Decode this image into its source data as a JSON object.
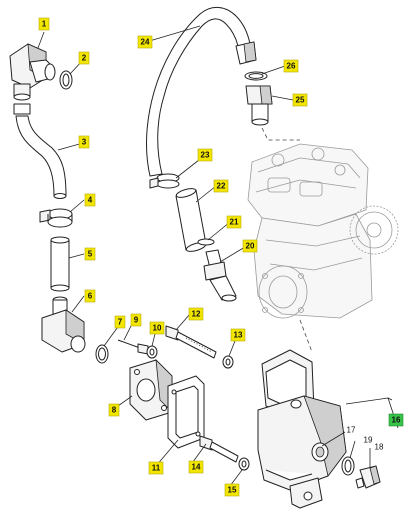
{
  "diagram": {
    "callouts": [
      {
        "id": "1",
        "label": "1",
        "style": "yellow"
      },
      {
        "id": "2",
        "label": "2",
        "style": "yellow"
      },
      {
        "id": "3",
        "label": "3",
        "style": "yellow"
      },
      {
        "id": "4",
        "label": "4",
        "style": "yellow"
      },
      {
        "id": "5",
        "label": "5",
        "style": "yellow"
      },
      {
        "id": "6",
        "label": "6",
        "style": "yellow"
      },
      {
        "id": "7",
        "label": "7",
        "style": "yellow"
      },
      {
        "id": "8",
        "label": "8",
        "style": "yellow"
      },
      {
        "id": "9",
        "label": "9",
        "style": "yellow"
      },
      {
        "id": "10",
        "label": "10",
        "style": "yellow"
      },
      {
        "id": "11",
        "label": "11",
        "style": "yellow"
      },
      {
        "id": "12",
        "label": "12",
        "style": "yellow"
      },
      {
        "id": "13",
        "label": "13",
        "style": "yellow"
      },
      {
        "id": "14",
        "label": "14",
        "style": "yellow"
      },
      {
        "id": "15",
        "label": "15",
        "style": "yellow"
      },
      {
        "id": "16",
        "label": "16",
        "style": "green"
      },
      {
        "id": "20",
        "label": "20",
        "style": "yellow"
      },
      {
        "id": "21",
        "label": "21",
        "style": "yellow"
      },
      {
        "id": "22",
        "label": "22",
        "style": "yellow"
      },
      {
        "id": "23",
        "label": "23",
        "style": "yellow"
      },
      {
        "id": "24",
        "label": "24",
        "style": "yellow"
      },
      {
        "id": "25",
        "label": "25",
        "style": "yellow"
      },
      {
        "id": "26",
        "label": "26",
        "style": "yellow"
      }
    ],
    "plain_labels": [
      {
        "id": "17",
        "label": "17"
      },
      {
        "id": "18",
        "label": "18"
      },
      {
        "id": "19",
        "label": "19"
      }
    ],
    "colors": {
      "callout_yellow": "#f2e600",
      "callout_green": "#39c24a",
      "line": "#222222",
      "ghost_line": "#9a9a9a"
    }
  }
}
